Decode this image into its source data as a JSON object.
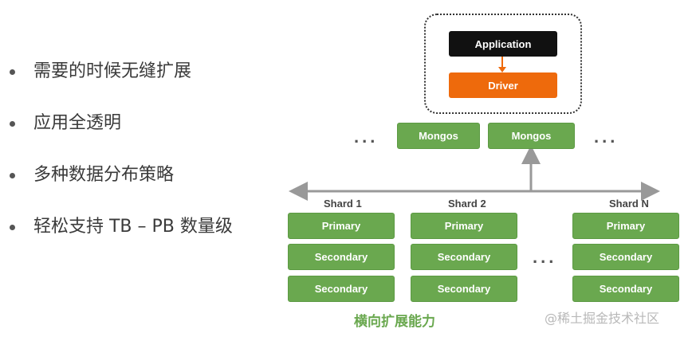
{
  "bullets": [
    "需要的时候无缝扩展",
    "应用全透明",
    "多种数据分布策略",
    "轻松支持 TB – PB 数量级"
  ],
  "diagram": {
    "application_label": "Application",
    "driver_label": "Driver",
    "mongos": [
      "Mongos",
      "Mongos"
    ],
    "ellipsis": "...",
    "shards": [
      {
        "label": "Shard 1",
        "nodes": [
          "Primary",
          "Secondary",
          "Secondary"
        ]
      },
      {
        "label": "Shard 2",
        "nodes": [
          "Primary",
          "Secondary",
          "Secondary"
        ]
      },
      {
        "label": "Shard N",
        "nodes": [
          "Primary",
          "Secondary",
          "Secondary"
        ]
      }
    ],
    "caption": "横向扩展能力"
  },
  "watermark": "@稀土掘金技术社区",
  "colors": {
    "green": "#6aa84f",
    "orange": "#ee6a0c",
    "black": "#111111",
    "connector": "#999999"
  }
}
